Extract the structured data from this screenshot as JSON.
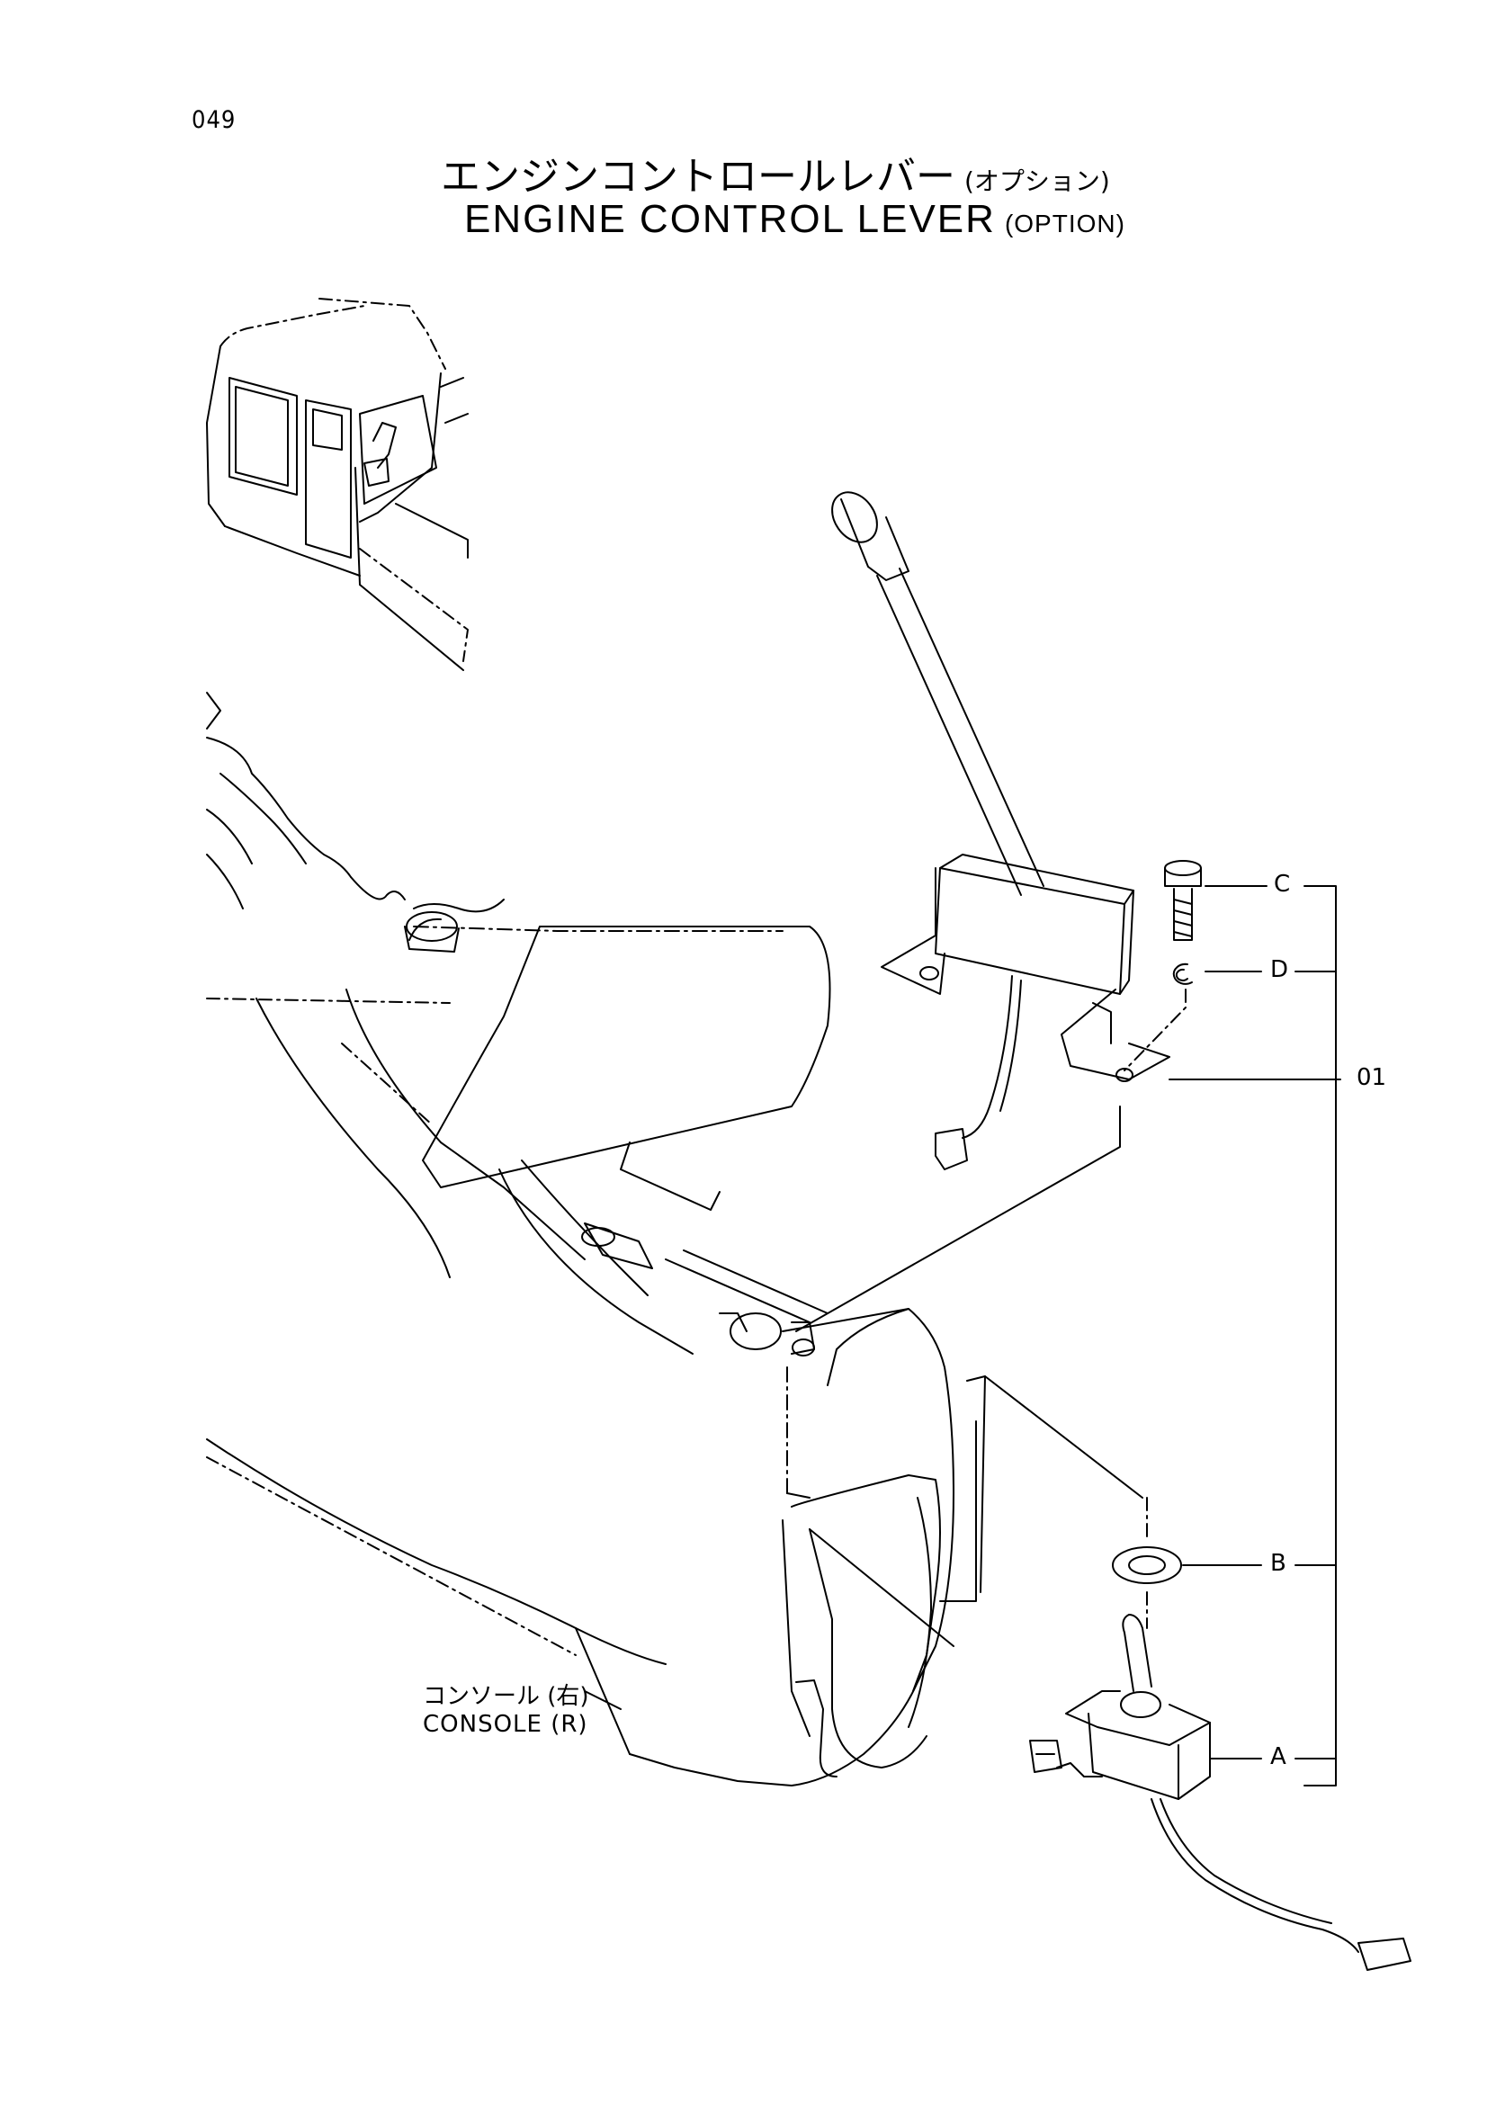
{
  "page_number": "049",
  "title": {
    "jp": "エンジンコントロールレバー",
    "jp_sub": "(オプション)",
    "en": "ENGINE CONTROL LEVER",
    "en_sub": "(OPTION)"
  },
  "callouts": {
    "c": "C",
    "d": "D",
    "item_01": "01",
    "b": "B",
    "a": "A"
  },
  "console_label": {
    "jp": "コンソール (右)",
    "en": "CONSOLE (R)"
  }
}
